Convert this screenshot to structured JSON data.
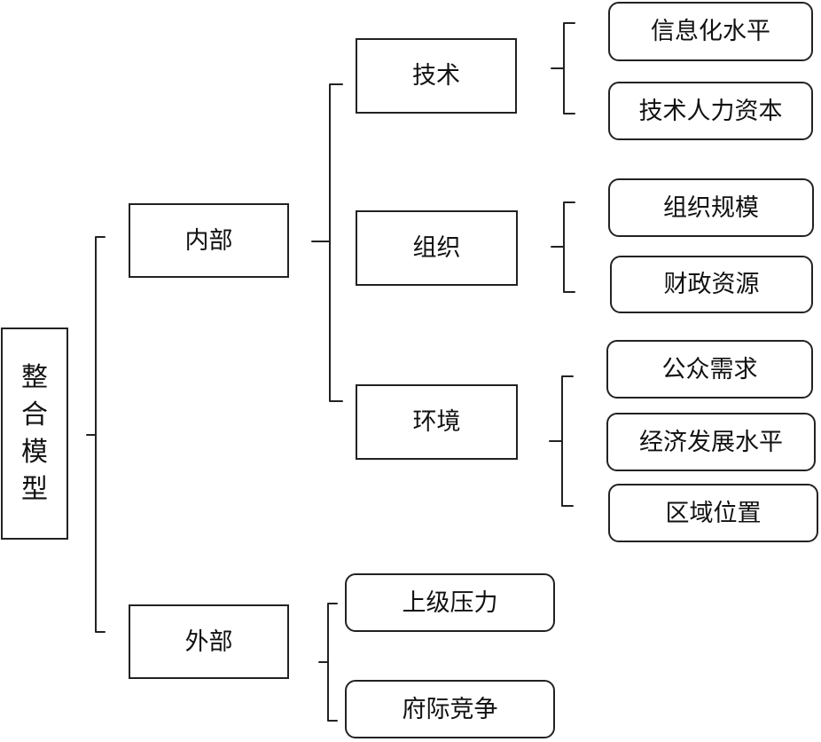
{
  "diagram": {
    "root": {
      "label": "整合模型"
    },
    "internal": {
      "label": "内部",
      "technology": {
        "label": "技术",
        "items": [
          "信息化水平",
          "技术人力资本"
        ]
      },
      "organization": {
        "label": "组织",
        "items": [
          "组织规模",
          "财政资源"
        ]
      },
      "environment": {
        "label": "环境",
        "items": [
          "公众需求",
          "经济发展水平",
          "区域位置"
        ]
      }
    },
    "external": {
      "label": "外部",
      "items": [
        "上级压力",
        "府际竞争"
      ]
    }
  }
}
